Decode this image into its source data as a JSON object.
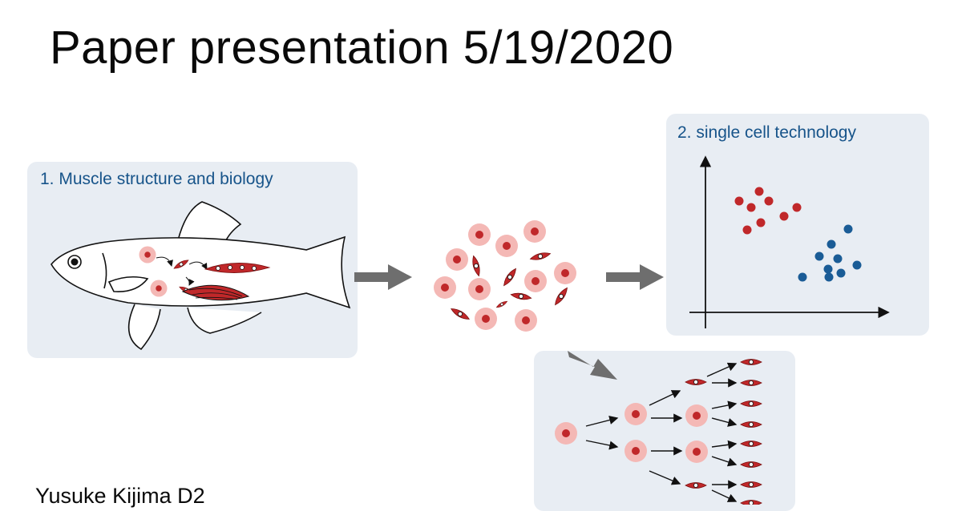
{
  "slide": {
    "title": "Paper presentation 5/19/2020",
    "author": "Yusuke Kijima D2"
  },
  "panels": {
    "muscle": {
      "label": "1. Muscle structure and biology"
    },
    "single_cell": {
      "label": "2. single cell technology"
    },
    "lineage": {
      "label": ""
    }
  },
  "colors": {
    "panel_bg": "#e8edf3",
    "panel_label": "#17548a",
    "cell_red": "#c0282a",
    "cell_pink": "#f4b8b5",
    "cluster_blue": "#1a5c96",
    "arrow_gray": "#6e6e6e"
  },
  "icons": [
    "zebrafish-icon",
    "cell-icon",
    "muscle-fiber-icon",
    "gray-arrow-icon",
    "scatter-plot-icon",
    "lineage-tree-icon"
  ]
}
